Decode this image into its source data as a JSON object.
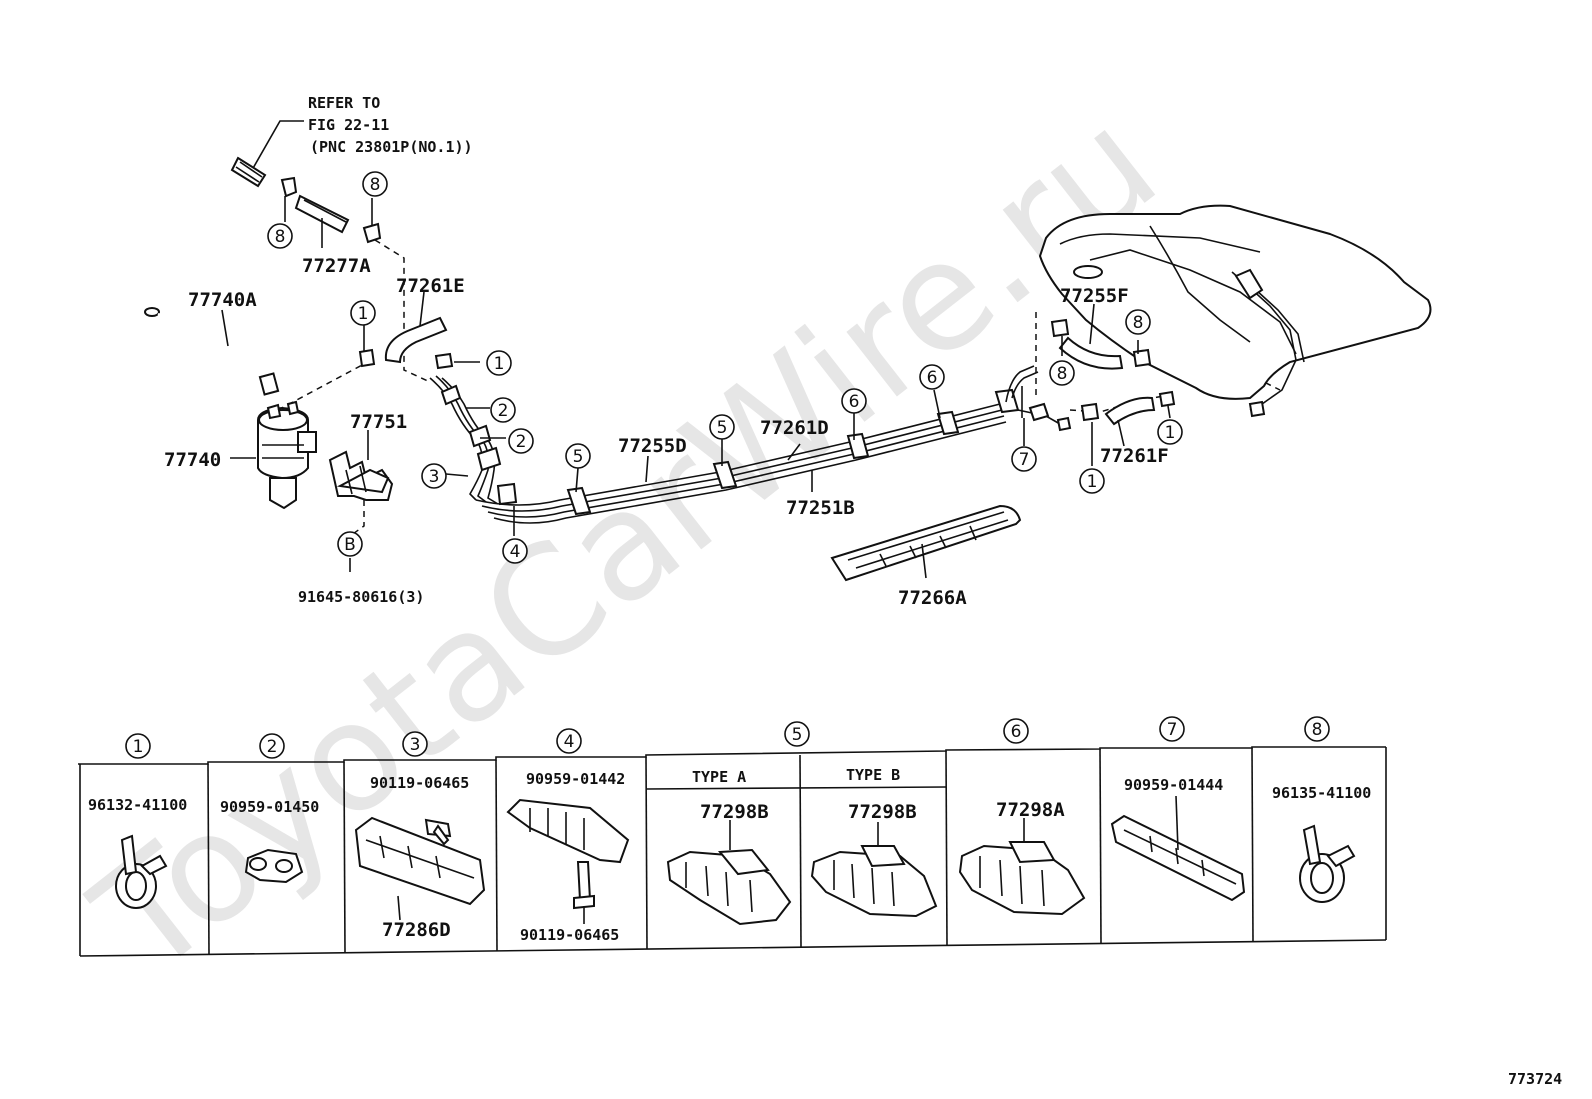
{
  "watermark": "ToyotaCarWire.ru",
  "figure_id": "773724",
  "refer_note": {
    "line1": "REFER TO",
    "line2": "FIG 22-11",
    "line3": "(PNC 23801P(NO.1))"
  },
  "callouts": {
    "p77277A": "77277A",
    "p77261E": "77261E",
    "p77740A": "77740A",
    "p77740": "77740",
    "p77751": "77751",
    "p91645": "91645-80616(3)",
    "p77255D": "77255D",
    "p77261D": "77261D",
    "p77251B": "77251B",
    "p77266A": "77266A",
    "p77255F": "77255F",
    "p77261F": "77261F"
  },
  "ref_marks": {
    "one": "1",
    "two": "2",
    "three": "3",
    "four": "4",
    "five": "5",
    "six": "6",
    "seven": "7",
    "eight": "8",
    "b": "B"
  },
  "table": {
    "headers": [
      "1",
      "2",
      "3",
      "4",
      "5",
      "6",
      "7",
      "8"
    ],
    "col1_part": "96132-41100",
    "col2_part": "90959-01450",
    "col3_part_top": "90119-06465",
    "col3_part_bottom": "77286D",
    "col4_part_top": "90959-01442",
    "col4_part_bottom": "90119-06465",
    "col5a_type": "TYPE A",
    "col5a_part": "77298B",
    "col5b_type": "TYPE B",
    "col5b_part": "77298B",
    "col6_part": "77298A",
    "col7_part": "90959-01444",
    "col8_part": "96135-41100"
  }
}
